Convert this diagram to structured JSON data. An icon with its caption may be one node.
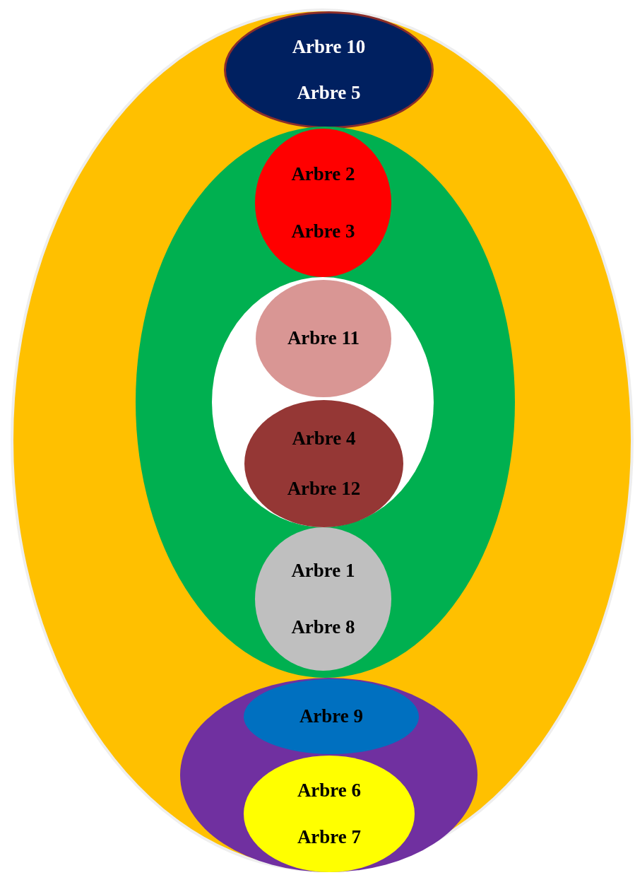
{
  "diagram": {
    "nodes": [
      {
        "text": [],
        "shape": "ellipse"
      },
      {
        "text": [
          "Arbre 10",
          "Arbre 5"
        ],
        "in": 0
      },
      {
        "text": [],
        "shape": "ellipse",
        "in": 0
      },
      {
        "text": [
          "Arbre 2",
          "Arbre 3"
        ],
        "in": 2
      },
      {
        "text": [],
        "shape": "ellipse",
        "in": 2
      },
      {
        "text": [
          "Arbre 11"
        ],
        "in": 4
      },
      {
        "text": [
          "Arbre 4",
          "Arbre 12"
        ],
        "in": 4
      },
      {
        "text": [
          "Arbre 1",
          "Arbre 8"
        ],
        "in": 2
      },
      {
        "text": [],
        "shape": "ellipse",
        "in": 0
      },
      {
        "text": [
          "Arbre 9"
        ],
        "in": 8
      },
      {
        "text": [
          "Arbre 6",
          "Arbre 7"
        ],
        "in": 8
      }
    ]
  }
}
